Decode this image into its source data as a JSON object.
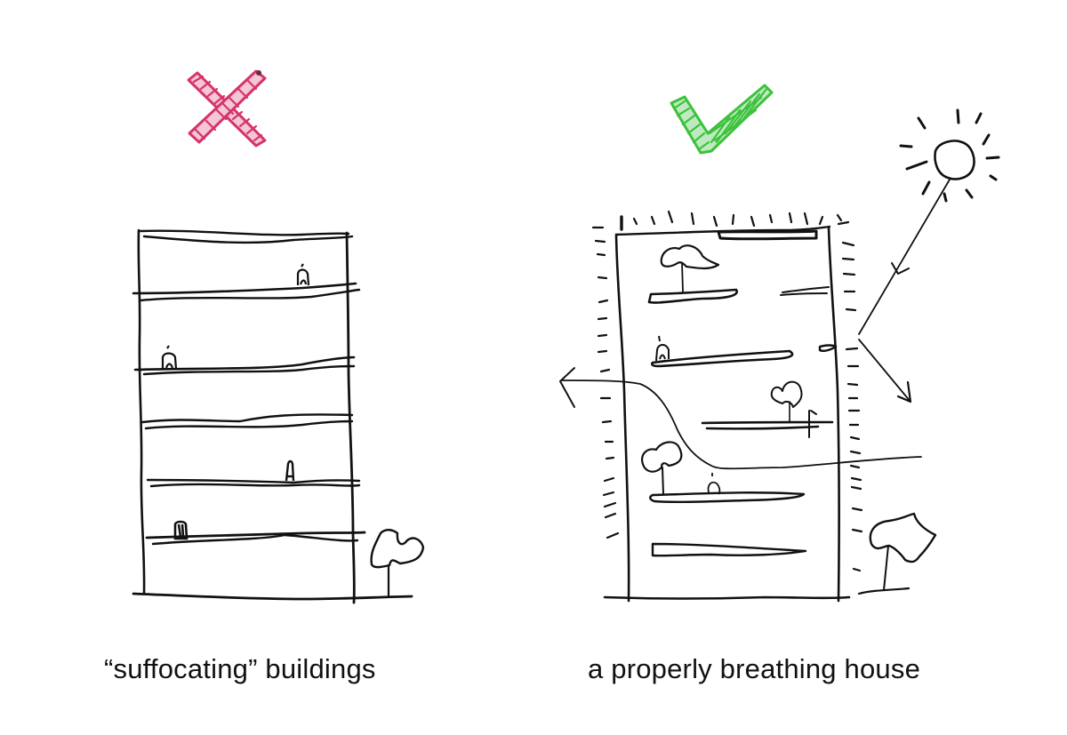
{
  "diagram": {
    "panels": [
      {
        "id": "bad",
        "verdict_icon": "cross-mark-icon",
        "verdict_color": "#d6336c",
        "caption": "“suffocating” buildings",
        "elements": [
          "building-outline",
          "solid-floor-slabs",
          "people-figures",
          "tree"
        ]
      },
      {
        "id": "good",
        "verdict_icon": "check-mark-icon",
        "verdict_color": "#3cc23c",
        "caption": "a properly breathing house",
        "elements": [
          "building-outline",
          "breathing-facade-ticks",
          "cantilevered-terraces",
          "trees-on-terraces",
          "people-figures",
          "sun",
          "sunlight-ray-arrow",
          "airflow-arrow",
          "tree"
        ]
      }
    ]
  }
}
